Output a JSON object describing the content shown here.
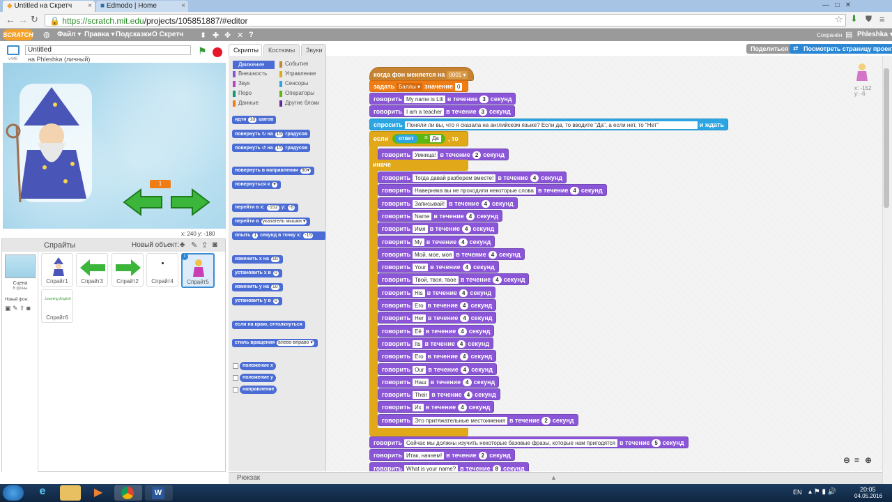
{
  "browser": {
    "tabs": [
      {
        "label": "Untitled на Скретч"
      },
      {
        "label": "Edmodo | Home"
      }
    ],
    "url_host": "https://scratch.mit.edu",
    "url_path": "/projects/105851887/#editor"
  },
  "menubar": {
    "logo": "SCRATCH",
    "items": [
      "Файл ▾",
      "Правка ▾",
      "Подсказки",
      "О Скретч"
    ],
    "saved": "Сохранён",
    "user": "Phleshka ▾"
  },
  "project": {
    "title": "Untitled",
    "owner": "на Phleshka (личный)",
    "version": "v446"
  },
  "actions": {
    "share": "Поделиться",
    "see_project": "Посмотреть страницу проекта"
  },
  "stage": {
    "coords": "x: 240  y: -180",
    "sprite_counter": "1"
  },
  "sprites_pane": {
    "title": "Спрайты",
    "new_object": "Новый объект:",
    "stage_label": "Сцена",
    "stage_sub": "6 фоны",
    "new_backdrop": "Новый фон:",
    "sprites": [
      "Спрайт1",
      "Спрайт3",
      "Спрайт2",
      "Спрайт4",
      "Спрайт5",
      "Спрайт6"
    ],
    "sprite6_text": "Learning English"
  },
  "block_tabs": [
    "Скрипты",
    "Костюмы",
    "Звуки"
  ],
  "categories": [
    {
      "label": "Движение",
      "color": "#4a6cd4"
    },
    {
      "label": "Внешность",
      "color": "#8a55d7"
    },
    {
      "label": "Звук",
      "color": "#bb42c3"
    },
    {
      "label": "Перо",
      "color": "#0e9a6c"
    },
    {
      "label": "Данные",
      "color": "#ee7d16"
    },
    {
      "label": "События",
      "color": "#c88330"
    },
    {
      "label": "Управление",
      "color": "#e1a91a"
    },
    {
      "label": "Сенсоры",
      "color": "#2ca5e2"
    },
    {
      "label": "Операторы",
      "color": "#5cb712"
    },
    {
      "label": "Другие блоки",
      "color": "#632d99"
    }
  ],
  "palette": {
    "move": [
      "идти",
      "10",
      "шагов"
    ],
    "turn_right": [
      "повернуть ↻ на",
      "15",
      "градусов"
    ],
    "turn_left": [
      "повернуть ↺ на",
      "15",
      "градусов"
    ],
    "point_dir": [
      "повернуть в направлении",
      "90▾"
    ],
    "point_to": [
      "повернуться к",
      "▾"
    ],
    "goto_xy": [
      "перейти в x:",
      "-152",
      "y:",
      "-6"
    ],
    "goto": [
      "перейти в",
      "указатель мышки ▾"
    ],
    "glide": [
      "плыть",
      "1",
      "секунд в точку x:",
      "-15"
    ],
    "change_x": [
      "изменить х на",
      "10"
    ],
    "set_x": [
      "установить х в",
      "0"
    ],
    "change_y": [
      "изменить у на",
      "10"
    ],
    "set_y": [
      "установить у в",
      "0"
    ],
    "bounce": "если на краю, оттолкнуться",
    "rotation_style": [
      "стиль вращения",
      "влево-вправо ▾"
    ],
    "reporters": [
      "положение x",
      "положение y",
      "направление"
    ]
  },
  "script": {
    "hat": [
      "когда фон меняется на",
      "0001 ▾"
    ],
    "set_var": [
      "задать",
      "Баллы ▾",
      "значение",
      "0"
    ],
    "ask": [
      "спросить",
      "Поняли ли вы, что я сказала на английском языке? Если да, то вводите \"Да\", а если нет, то \"Нет\"",
      "и ждать"
    ],
    "if_label": "если",
    "answer": "ответ",
    "eq": "=",
    "answer_value": "Да",
    "then": ", то",
    "else_label": "иначе",
    "say_word": "говорить",
    "for_word": "в течение",
    "sec_word": "секунд",
    "top_says": [
      {
        "text": "My name is Lili",
        "secs": "3"
      },
      {
        "text": "I am a teacher",
        "secs": "3"
      }
    ],
    "if_says": [
      {
        "text": "Умница!",
        "secs": "2"
      }
    ],
    "else_says": [
      {
        "text": "Тогда давай разберем вместе!",
        "secs": "4"
      },
      {
        "text": "Наверняка  вы не проходили некоторые слова",
        "secs": "4"
      },
      {
        "text": "Записывай!",
        "secs": "4"
      },
      {
        "text": "Name",
        "secs": "4"
      },
      {
        "text": "Имя",
        "secs": "4"
      },
      {
        "text": "My",
        "secs": "4"
      },
      {
        "text": "Мой, мое, моя",
        "secs": "4"
      },
      {
        "text": "Your",
        "secs": "4"
      },
      {
        "text": "Твой, твоя, твое",
        "secs": "4"
      },
      {
        "text": "His",
        "secs": "4"
      },
      {
        "text": "Его",
        "secs": "4"
      },
      {
        "text": "Her",
        "secs": "4"
      },
      {
        "text": "Её",
        "secs": "4"
      },
      {
        "text": "Its",
        "secs": "4"
      },
      {
        "text": "Его",
        "secs": "4"
      },
      {
        "text": "Our",
        "secs": "4"
      },
      {
        "text": "Наш",
        "secs": "4"
      },
      {
        "text": "Their",
        "secs": "4"
      },
      {
        "text": "Их",
        "secs": "4"
      },
      {
        "text": "Это притяжательные местоимения",
        "secs": "2"
      }
    ],
    "bottom_says": [
      {
        "text": "Сейчас мы должны изучить некоторые базовые фразы, которые нам пригодятся",
        "secs": "5"
      },
      {
        "text": "Итак, начнем!",
        "secs": "2"
      },
      {
        "text": "What is your name?",
        "secs": "8"
      }
    ]
  },
  "sprite_info": {
    "x": "x: -152",
    "y": "y: -6"
  },
  "rukzak": "Рюкзак",
  "taskbar": {
    "lang": "EN",
    "time": "20:05",
    "date": "04.05.2016"
  }
}
